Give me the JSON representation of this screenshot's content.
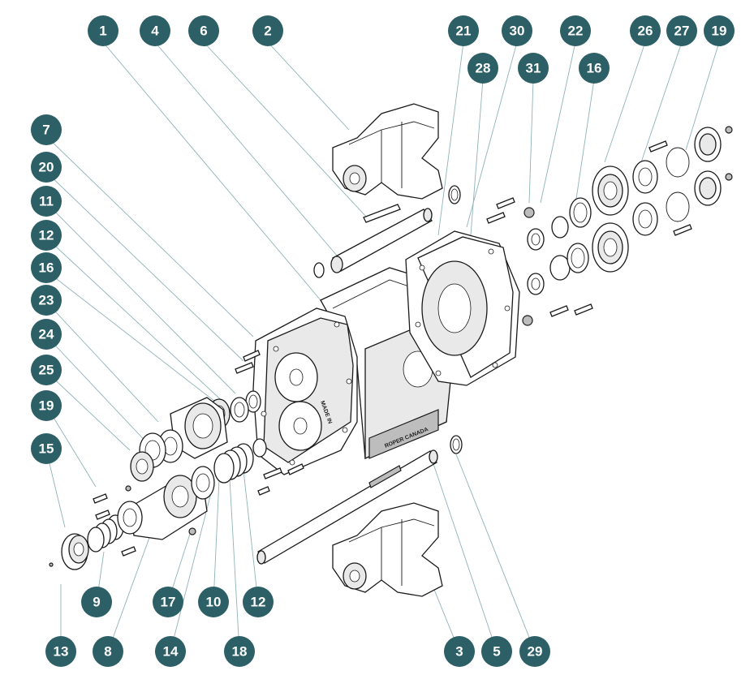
{
  "figure": {
    "title": "Exploded view - internal gear pump parts",
    "stamps": [
      "ROPER CANADA",
      "MADE IN"
    ]
  },
  "callouts": [
    {
      "id": "c1",
      "label": "1"
    },
    {
      "id": "c4",
      "label": "4"
    },
    {
      "id": "c6",
      "label": "6"
    },
    {
      "id": "c2",
      "label": "2"
    },
    {
      "id": "c21",
      "label": "21"
    },
    {
      "id": "c30",
      "label": "30"
    },
    {
      "id": "c22",
      "label": "22"
    },
    {
      "id": "c26",
      "label": "26"
    },
    {
      "id": "c27",
      "label": "27"
    },
    {
      "id": "c19a",
      "label": "19"
    },
    {
      "id": "c28",
      "label": "28"
    },
    {
      "id": "c31",
      "label": "31"
    },
    {
      "id": "c16a",
      "label": "16"
    },
    {
      "id": "c7",
      "label": "7"
    },
    {
      "id": "c20",
      "label": "20"
    },
    {
      "id": "c11",
      "label": "11"
    },
    {
      "id": "c12a",
      "label": "12"
    },
    {
      "id": "c16b",
      "label": "16"
    },
    {
      "id": "c23",
      "label": "23"
    },
    {
      "id": "c24",
      "label": "24"
    },
    {
      "id": "c25",
      "label": "25"
    },
    {
      "id": "c19b",
      "label": "19"
    },
    {
      "id": "c15",
      "label": "15"
    },
    {
      "id": "c9",
      "label": "9"
    },
    {
      "id": "c17",
      "label": "17"
    },
    {
      "id": "c10",
      "label": "10"
    },
    {
      "id": "c12b",
      "label": "12"
    },
    {
      "id": "c13",
      "label": "13"
    },
    {
      "id": "c8",
      "label": "8"
    },
    {
      "id": "c14",
      "label": "14"
    },
    {
      "id": "c18",
      "label": "18"
    },
    {
      "id": "c3",
      "label": "3"
    },
    {
      "id": "c5",
      "label": "5"
    },
    {
      "id": "c29",
      "label": "29"
    }
  ]
}
